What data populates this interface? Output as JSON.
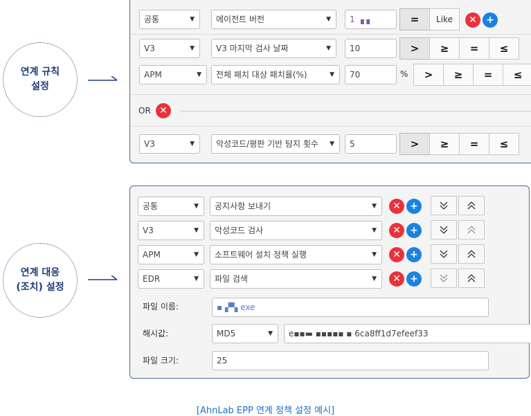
{
  "side_labels": {
    "rules": [
      "연계 규칙",
      "설정"
    ],
    "response": [
      "연계 대응",
      "(조치) 설정"
    ]
  },
  "rules_panel": {
    "rows": [
      {
        "category": "공통",
        "field": "에이전트 버전",
        "value": "1 ▗ ▖",
        "ops": [
          "=",
          "Like"
        ],
        "active_op": 0,
        "actions": [
          "remove-icon",
          "add-icon"
        ]
      },
      {
        "category": "V3",
        "field": "V3 마지막 검사 날짜",
        "value": "10",
        "ops": [
          ">",
          "≥",
          "=",
          "≤"
        ],
        "active_op": 0
      },
      {
        "category": "APM",
        "field": "전체 패치 대상 패치율(%)",
        "value": "70",
        "unit": "%",
        "ops": [
          ">",
          "≥",
          "=",
          "≤"
        ],
        "active_op": -1
      }
    ],
    "or_label": "OR",
    "or_row": {
      "category": "V3",
      "field": "악성코드/평판 기반 탐지 횟수",
      "value": "5",
      "ops": [
        ">",
        "≥",
        "=",
        "≤"
      ],
      "active_op": 0
    }
  },
  "response_panel": {
    "rows": [
      {
        "category": "공통",
        "action": "공지사항 보내기"
      },
      {
        "category": "V3",
        "action": "악성코드 검사"
      },
      {
        "category": "APM",
        "action": "소프트웨어 설치 정책 실행"
      },
      {
        "category": "EDR",
        "action": "파일 검색"
      }
    ],
    "details": {
      "filename_label": "파일 이름:",
      "filename_value": "▪ ▞▚ exe",
      "hash_label": "해시값:",
      "hash_type": "MD5",
      "hash_value": "e▪▪▬ ▪▪▪▪▪ ▪ 6ca8ff1d7efeef33",
      "size_label": "파일 크기:",
      "size_value": "25"
    }
  },
  "caption": "[AhnLab EPP 연계 정책 설정 예시]",
  "colors": {
    "accent": "#1b82e0",
    "danger": "#e8323c",
    "caption": "#1b6fd0",
    "title": "#1f3f77"
  }
}
